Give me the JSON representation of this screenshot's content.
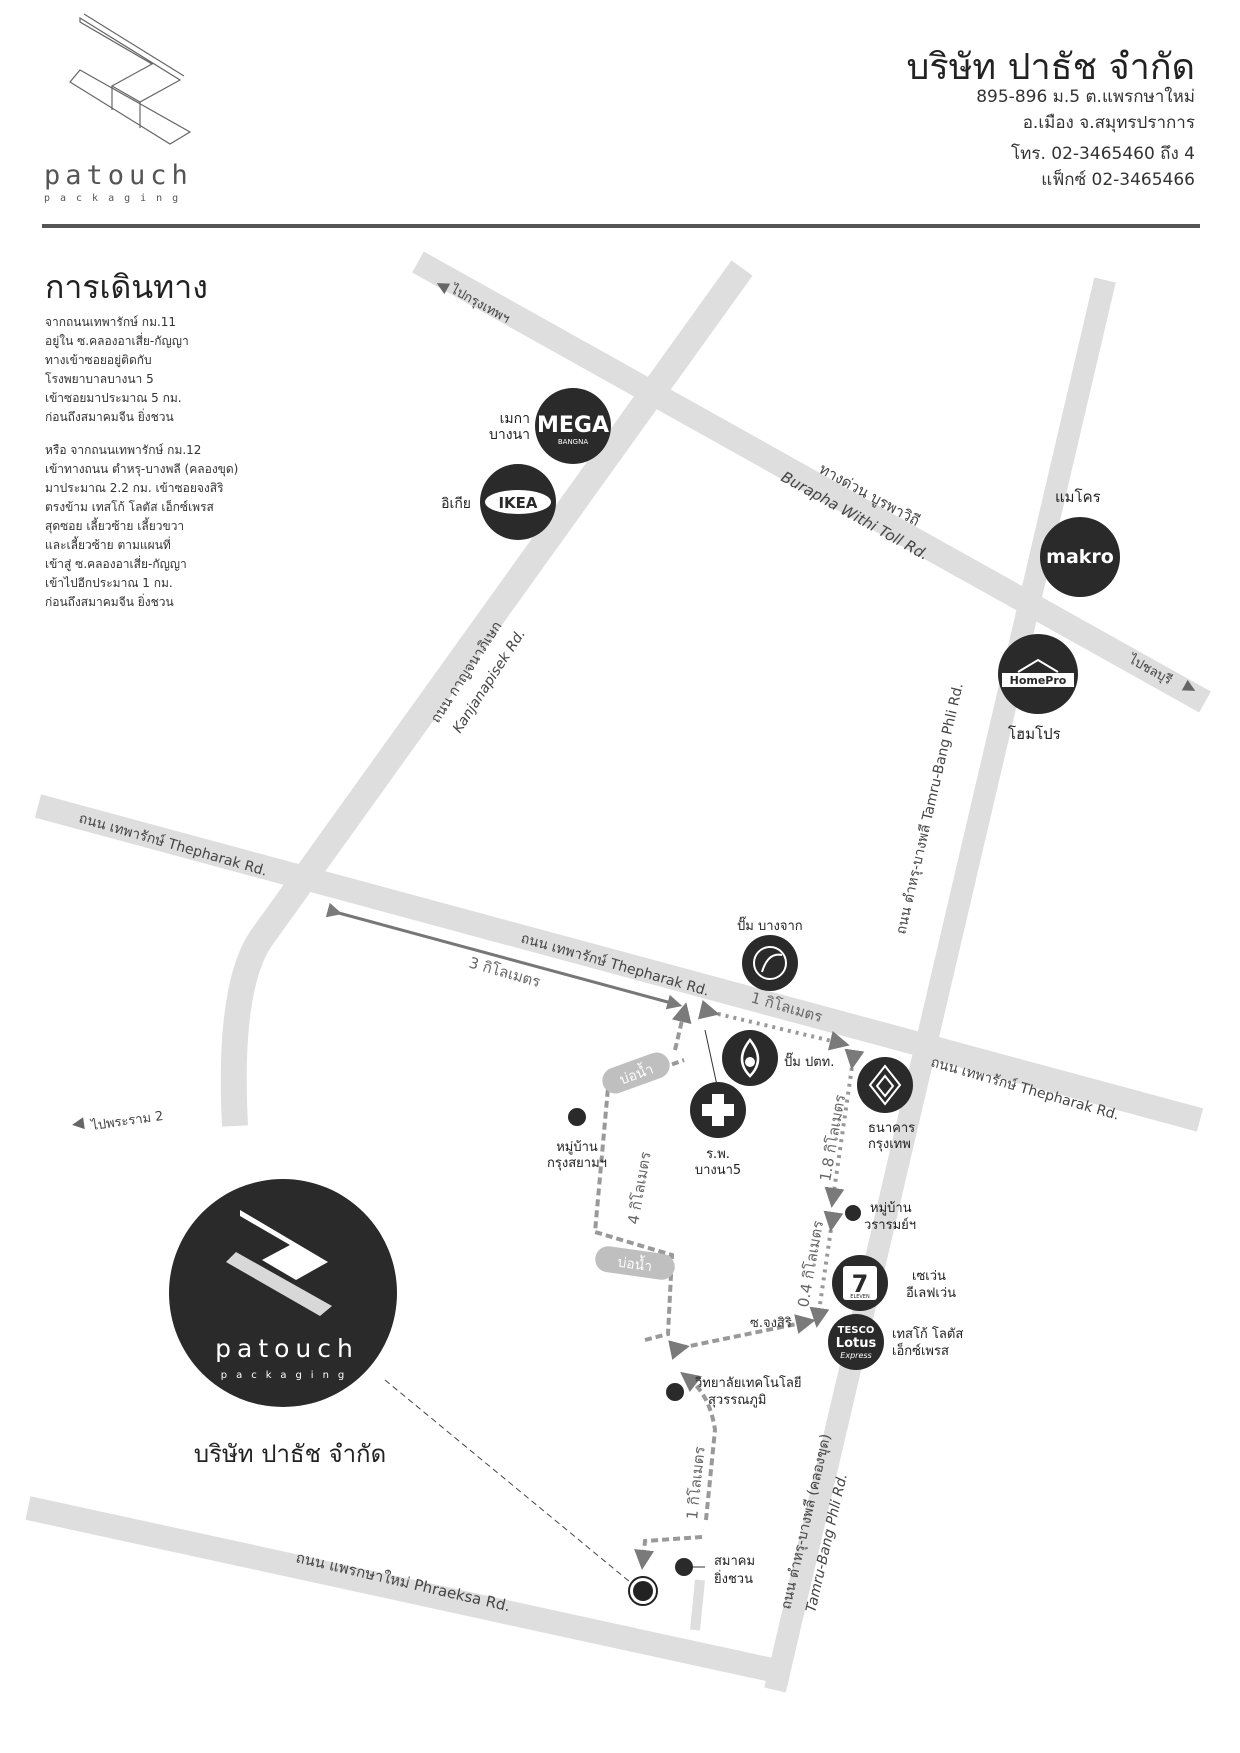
{
  "header": {
    "logo_word": "patouch",
    "logo_sub": "packaging",
    "company_name": "บริษัท ปาธัช จำกัด",
    "address_line1": "895-896  ม.5 ต.แพรกษาใหม่",
    "address_line2": "อ.เมือง จ.สมุทรปราการ",
    "phone": "โทร. 02-3465460 ถึง 4",
    "fax": "แฟ็กซ์ 02-3465466"
  },
  "directions": {
    "title": "การเดินทาง",
    "paragraph1": [
      "จากถนนเทพารักษ์ กม.11",
      "อยู่ใน ซ.คลองอาเสี่ย-กัญญา",
      "ทางเข้าซอยอยู่ติดกับ",
      "โรงพยาบาลบางนา 5",
      "เข้าซอยมาประมาณ 5 กม.",
      "ก่อนถึงสมาคมจีน ยิ่งชวน"
    ],
    "paragraph2": [
      "หรือ จากถนนเทพารักษ์ กม.12",
      "เข้าทางถนน ตำหรุ-บางพลี (คลองขุด)",
      "มาประมาณ 2.2 กม. เข้าซอยจงสิริ",
      "ตรงข้าม เทสโก้ โลตัส เอ็กซ์เพรส",
      "สุดซอย เลี้ยวซ้าย เลี้ยวขวา",
      "และเลี้ยวซ้าย ตามแผนที่",
      "เข้าสู่ ซ.คลองอาเสี่ย-กัญญา",
      "เข้าไปอีกประมาณ 1 กม.",
      "ก่อนถึงสมาคมจีน ยิ่งชวน"
    ]
  },
  "roads": {
    "to_bangkok": "ไปกรุงเทพฯ",
    "burapha_th": "ทางด่วน บูรพาวิถี",
    "burapha_en": "Burapha Withi Toll Rd.",
    "to_chonburi": "ไปชลบุรี",
    "kanjanapisek_th": "ถนน กาญจนาภิเษก",
    "kanjanapisek_en": "Kanjanapisek Rd.",
    "thepharak_left": "ถนน เทพารักษ์ Thepharak Rd.",
    "thepharak_mid": "ถนน เทพารักษ์  Thepharak Rd.",
    "thepharak_right": "ถนน เทพารักษ์  Thepharak Rd.",
    "tamru_upper": "ถนน ตำหรุ-บางพลี Tamru-Bang Phli Rd.",
    "tamru_lower_th": "ถนน ตำหรุ-บางพลี (คลองขุด)",
    "tamru_lower_en": "Tamru-Bang Phli Rd.",
    "to_rama2": "ไปพระราม 2",
    "phraeksa": "ถนน แพรกษาใหม่  Phraeksa Rd.",
    "song_jongsiri": "ซ.จงสิริ",
    "bo_nam_1": "บ่อน้ำ",
    "bo_nam_2": "บ่อน้ำ"
  },
  "distances": {
    "d3km": "3  กิโลเมตร",
    "d1km_top": "1  กิโลเมตร",
    "d18km": "1.8  กิโลเมตร",
    "d04km": "0.4  กิโลเมตร",
    "d4km": "4  กิโลเมตร",
    "d1km_bottom": "1  กิโลเมตร"
  },
  "landmarks": {
    "mega_label_1": "เมกา",
    "mega_label_2": "บางนา",
    "mega_logo": "MEGA",
    "mega_logo_sub": "BANGNA",
    "ikea_label": "อิเกีย",
    "ikea_logo": "IKEA",
    "makro_label": "แมโคร",
    "makro_logo": "makro",
    "homepro_label": "โฮมโปร",
    "homepro_logo": "HomePro",
    "bangchak_label": "ปั๊ม บางจาก",
    "ptt_label": "ปั๊ม ปตท.",
    "hospital_label_1": "ร.พ.",
    "hospital_label_2": "บางนา5",
    "bank_label_1": "ธนาคาร",
    "bank_label_2": "กรุงเทพ",
    "village_siam_1": "หมู่บ้าน",
    "village_siam_2": "กรุงสยามฯ",
    "village_waram_1": "หมู่บ้าน",
    "village_waram_2": "วรารมย์ฯ",
    "seven_label_1": "เซเว่น",
    "seven_label_2": "อีเลฟเว่น",
    "seven_logo_num": "7",
    "seven_logo_word": "ELEVEN",
    "tesco_label_1": "เทสโก้ โลตัส",
    "tesco_label_2": "เอ็กซ์เพรส",
    "tesco_logo_1": "TESCO",
    "tesco_logo_2": "Lotus",
    "tesco_logo_3": "Express",
    "college_label_1": "วิทยาลัยเทคโนโลยี",
    "college_label_2": "สุวรรณภูมิ",
    "association_label_1": "สมาคม",
    "association_label_2": "ยิ่งชวน"
  },
  "company_badge": {
    "logo_word": "patouch",
    "logo_sub": "packaging",
    "name": "บริษัท ปาธัช จำกัด"
  },
  "colors": {
    "road": "#dedede",
    "route": "#8a8a8a",
    "badge": "#2a2a2a",
    "text": "#333333"
  }
}
